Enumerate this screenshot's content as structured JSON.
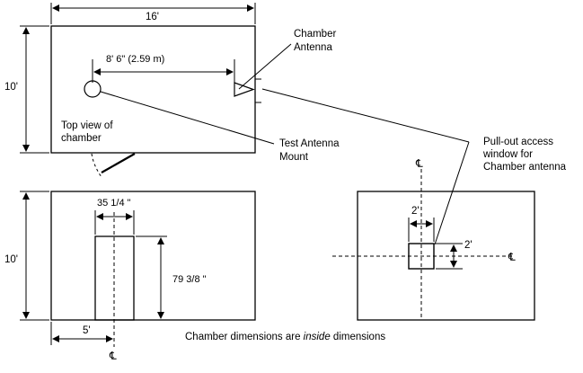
{
  "dimensions": {
    "width": "16'",
    "top_height": "10'",
    "bottom_height": "10'",
    "antenna_separation": "8' 6\" (2.59 m)",
    "door_width": "35 1/4 \"",
    "door_height": "79 3/8 \"",
    "door_offset": "5'",
    "window_width": "2'",
    "window_height": "2'"
  },
  "labels": {
    "top_view_line1": "Top view of",
    "top_view_line2": "chamber",
    "chamber_antenna_line1": "Chamber",
    "chamber_antenna_line2": "Antenna",
    "test_antenna_line1": "Test Antenna",
    "test_antenna_line2": "Mount",
    "pullout_line1": "Pull-out access",
    "pullout_line2": "window for",
    "pullout_line3": "Chamber antenna"
  },
  "centerline_symbol": "℄",
  "caption": {
    "before": "Chamber dimensions are ",
    "emphasis": "inside",
    "after": " dimensions"
  }
}
